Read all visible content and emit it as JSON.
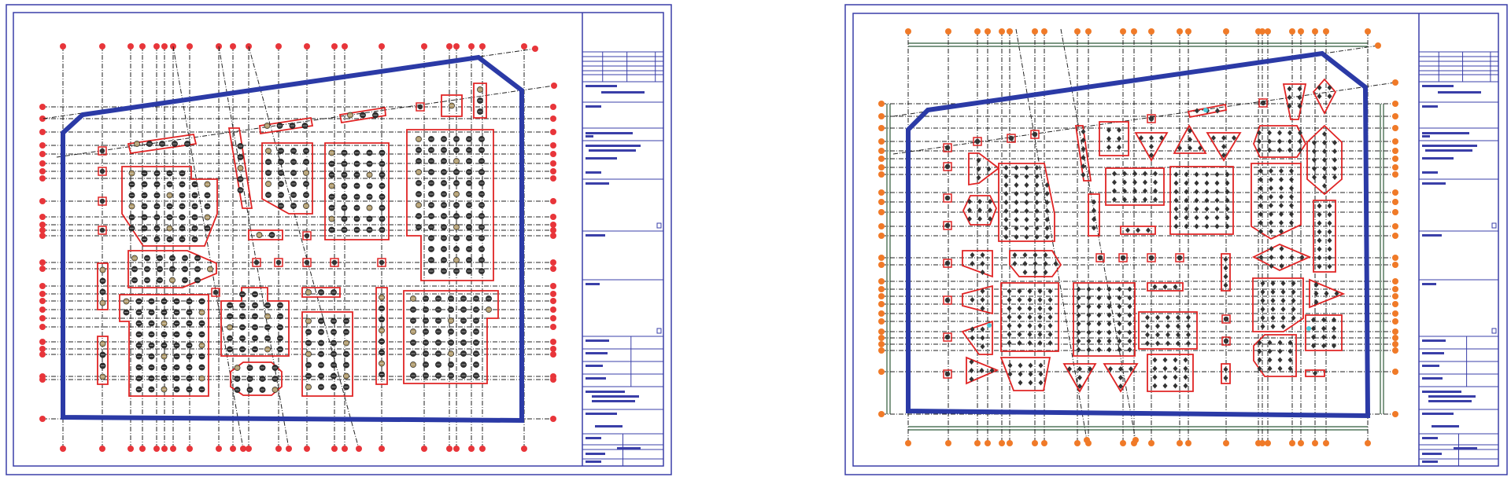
{
  "colors": {
    "frame": "#3a3fa8",
    "building": "#2b3aa6",
    "grid_line": "#222222",
    "grid_bubble": "#e8353a",
    "grid_bubble_right": "#f07a28",
    "pile_cap": "#e02424",
    "pile": "#333333",
    "pile_highlight": "#b09a6a",
    "wall": "#2f5a3a",
    "marker": "#4fc8d8"
  },
  "sheets": [
    {
      "id": "sheet-left",
      "variant": "round-piles"
    },
    {
      "id": "sheet-right",
      "variant": "diamond-piles"
    }
  ]
}
